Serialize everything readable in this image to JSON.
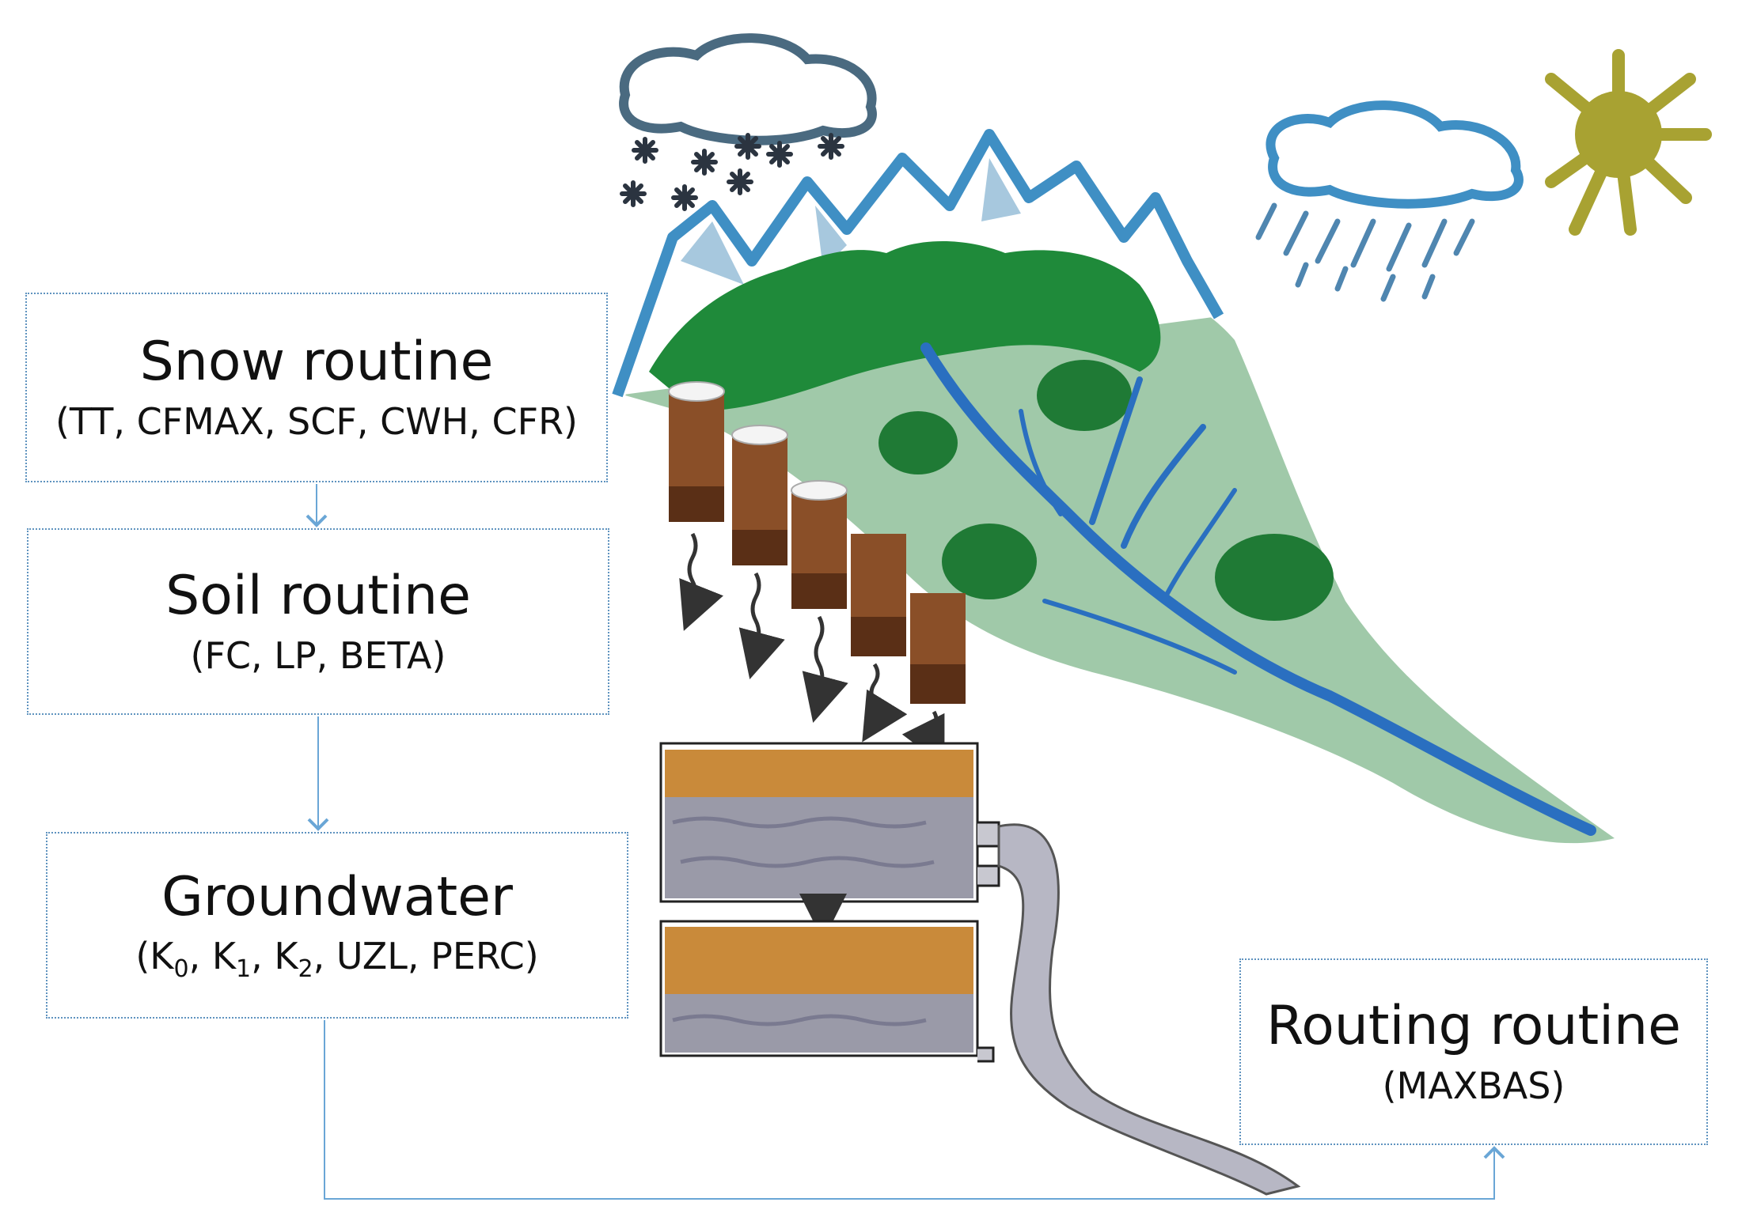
{
  "boxes": {
    "snow": {
      "title": "Snow routine",
      "params": "(TT, CFMAX, SCF, CWH, CFR)"
    },
    "soil": {
      "title": "Soil routine",
      "params": "(FC, LP, BETA)"
    },
    "groundwater": {
      "title": "Groundwater",
      "params_parts": {
        "open": "(K",
        "s0": "0",
        "sep1": ", K",
        "s1": "1",
        "sep2": ", K",
        "s2": "2",
        "rest": ", UZL, PERC)"
      }
    },
    "routing": {
      "title": "Routing routine",
      "params": "(MAXBAS)"
    }
  },
  "colors": {
    "box_border": "#5f93bf",
    "connector": "#6aa6d6",
    "mountain_outline": "#3f8fc4",
    "forest": "#1f8a3a",
    "hillside": "#8fbf9a",
    "river": "#2a6fc0",
    "cloud": "#4a6a80",
    "sun": "#a8a232",
    "soil": "#6b3a1e",
    "soil_layer": "#c98a3a",
    "water": "#9a9aa8"
  },
  "icons": [
    "snowflake-icon",
    "rain-cloud-icon",
    "sun-icon",
    "snow-cloud-icon"
  ]
}
